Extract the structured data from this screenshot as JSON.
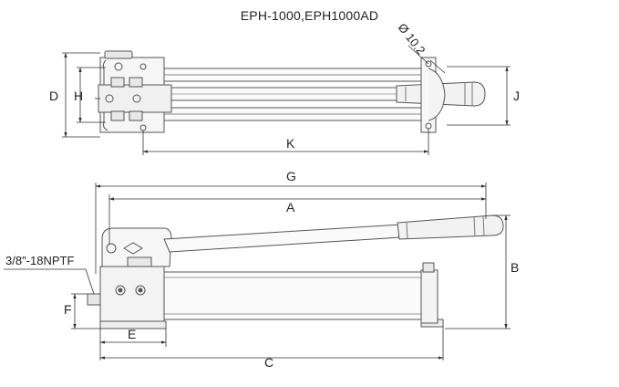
{
  "title": "EPH-1000,EPH1000AD",
  "diameter_label": "Ø 10.2",
  "port_label": "3/8\"-18NPTF",
  "dimensions": {
    "D": "D",
    "H": "H",
    "J": "J",
    "K": "K",
    "G": "G",
    "A": "A",
    "B": "B",
    "F": "F",
    "E": "E",
    "C": "C"
  }
}
